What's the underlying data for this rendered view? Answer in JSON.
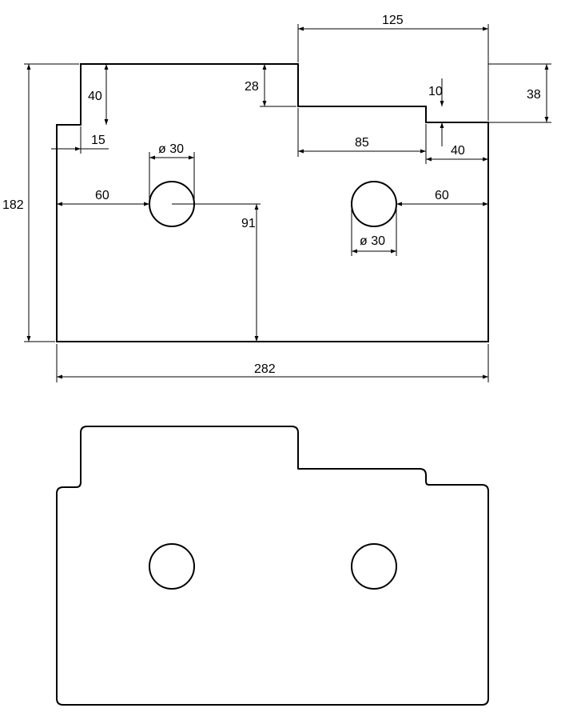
{
  "drawing": {
    "dimensions": {
      "overall_width": "282",
      "overall_height": "182",
      "top_step_width": "125",
      "right_step_height": "38",
      "left_step_height": "40",
      "left_step_offset": "15",
      "middle_step_height": "28",
      "small_step_height": "10",
      "middle_step_width": "85",
      "right_step_width": "40",
      "left_hole_offset": "60",
      "right_hole_offset": "60",
      "hole_center_height": "91",
      "left_hole_diameter": "ø 30",
      "right_hole_diameter": "ø 30"
    }
  }
}
